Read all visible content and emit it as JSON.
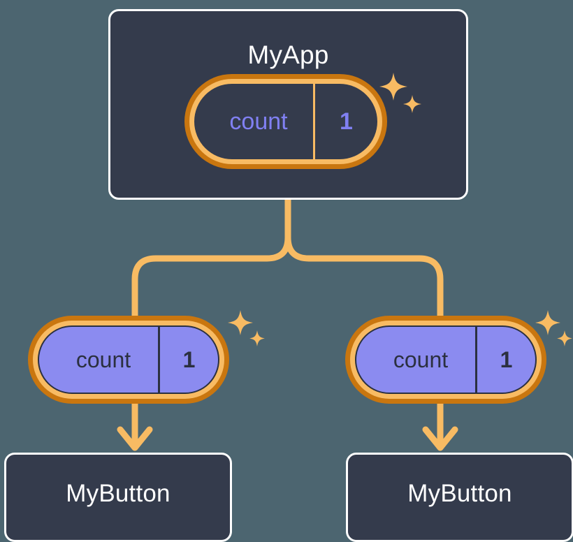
{
  "diagram": {
    "title": "component-state-tree",
    "background_color": "#4c6570"
  },
  "palette": {
    "card_bg": "#343b4c",
    "card_border": "#ffffff",
    "ring_outer": "#c9760f",
    "ring_inner": "#f8bb63",
    "connector": "#f8bb63",
    "state_fill": "#8b8bf0",
    "state_text_dark": "#2b3040",
    "state_text_accent": "#8080f2",
    "sparkle": "#f8bb63"
  },
  "nodes": {
    "root": {
      "label": "MyApp",
      "state": {
        "key": "count",
        "value": "1"
      },
      "has_sparkle": true
    },
    "children": [
      {
        "label": "MyButton",
        "state": {
          "key": "count",
          "value": "1"
        },
        "has_sparkle": true
      },
      {
        "label": "MyButton",
        "state": {
          "key": "count",
          "value": "1"
        },
        "has_sparkle": true
      }
    ]
  },
  "icons": {
    "sparkle_large": "sparkle-four-point-large",
    "sparkle_small": "sparkle-four-point-small",
    "arrow_down": "arrow-down-icon",
    "branch": "tree-branch-connector"
  }
}
